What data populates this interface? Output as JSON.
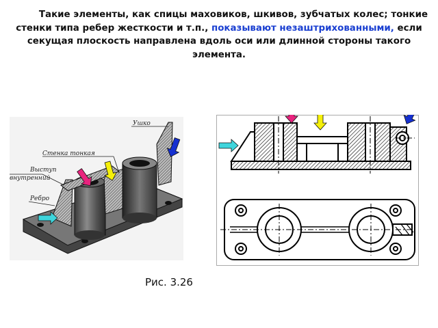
{
  "paragraph": {
    "part1": "Такие элементы, как спицы маховиков, шкивов, зубчатых колес; тонкие стенки типа ребер жесткости и т.п., ",
    "highlight": "показывают незаштрихованными,",
    "part2": " если секущая плоскость направлена вдоль оси или длинной стороны такого элемента."
  },
  "iso_labels": {
    "ushko": "Ушко",
    "stenka": "Стенка тонкая",
    "vystup1": "Выступ",
    "vystup2": "внутренний",
    "rebro": "Ребро"
  },
  "caption": "Рис. 3.26",
  "colors": {
    "highlight_text": "#1a3fd1",
    "arrow_magenta": "#e8237e",
    "arrow_yellow": "#f5f00a",
    "arrow_blue": "#1530d0",
    "arrow_cyan": "#3fd5dc"
  },
  "icons": [
    "arrow-magenta-icon",
    "arrow-yellow-icon",
    "arrow-blue-icon",
    "arrow-cyan-icon"
  ]
}
